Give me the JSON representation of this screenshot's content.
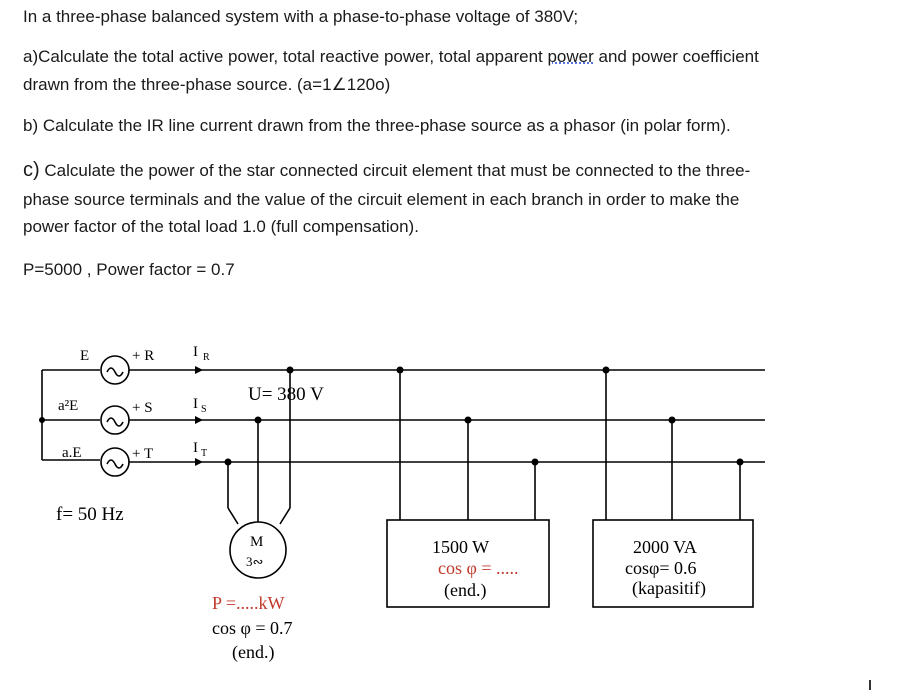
{
  "question": {
    "intro": "In a three-phase balanced system with a phase-to-phase voltage of 380V;",
    "a_line1_pre": "a)Calculate the total active power, total reactive power, total apparent ",
    "a_line1_word": "power",
    "a_line1_post": " and power coefficient",
    "a_line2": "drawn from the three-phase source. (a=1∠120o)",
    "b": "b) Calculate the IR line current drawn from the three-phase source as a phasor (in polar form).",
    "c_letter": "c)",
    "c_line1": " Calculate the power of the star connected circuit element that must be connected to the three-",
    "c_line2": "phase source terminals and the value of the circuit element in each branch in order to make the",
    "c_line3": "power factor of the total load 1.0 (full compensation).",
    "given": "P=5000 , Power factor = 0.7"
  },
  "circuit": {
    "sources": [
      {
        "label": "E",
        "phase": "+ R",
        "current": "I",
        "current_sub": "R"
      },
      {
        "label": "a²E",
        "phase": "+ S",
        "current": "I",
        "current_sub": "S"
      },
      {
        "label": "a.E",
        "phase": "+ T",
        "current": "I",
        "current_sub": "T"
      }
    ],
    "voltage": "U= 380 V",
    "frequency": "f= 50 Hz",
    "motor": {
      "label": "M",
      "sub": "3∾",
      "power": "P =.....kW",
      "pf": "cos φ = 0.7",
      "note": "(end.)"
    },
    "load1": {
      "power": "1500 W",
      "pf": "cos φ = .....",
      "note": "(end.)"
    },
    "load2": {
      "power": "2000 VA",
      "pf": "cosφ= 0.6",
      "note": "(kapasitif)"
    }
  }
}
